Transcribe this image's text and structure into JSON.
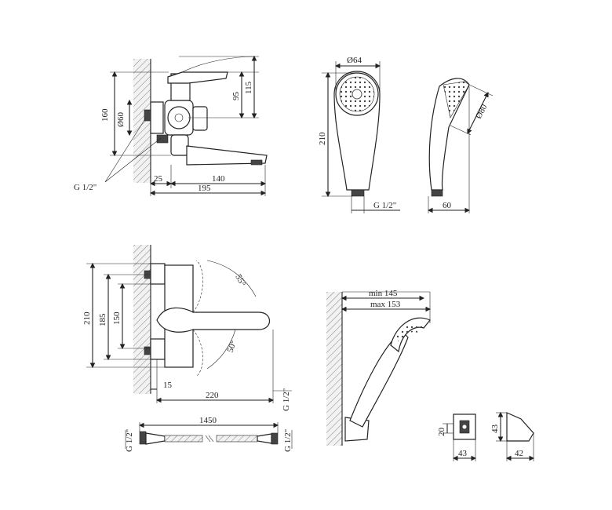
{
  "faucet_side_view": {
    "dim_160": "160",
    "dim_60": "Ø60",
    "dim_95": "95",
    "dim_115": "115",
    "dim_25": "25",
    "dim_140": "140",
    "dim_195": "195",
    "thread_label": "G 1/2\""
  },
  "hand_shower_view": {
    "dim_64": "Ø64",
    "dim_210": "210",
    "dim_80": "Ø80",
    "dim_60": "60",
    "thread_label": "G 1/2\""
  },
  "faucet_top_view": {
    "dim_210": "210",
    "dim_185": "185",
    "dim_150": "150",
    "dim_15": "15",
    "dim_220": "220",
    "angle_55": "55°",
    "angle_50": "50°",
    "thread_label": "G 1/2\""
  },
  "hose_view": {
    "dim_1450": "1450",
    "thread_left": "G 1/2\"",
    "thread_right": "G 1/2\""
  },
  "holder_view": {
    "dim_min": "min 145",
    "dim_max": "max 153"
  },
  "bracket_view": {
    "dim_20": "20",
    "dim_43_height": "43",
    "dim_43_width": "43",
    "dim_42": "42"
  }
}
